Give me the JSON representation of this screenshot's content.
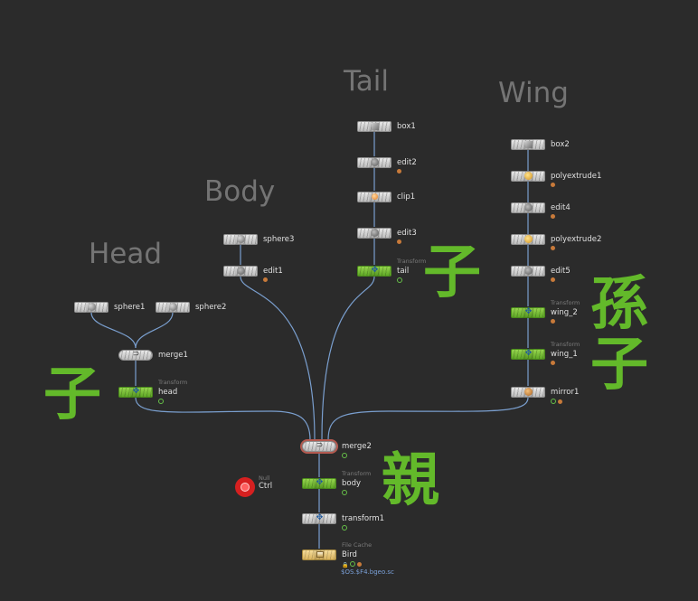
{
  "group_labels": {
    "head": "Head",
    "body": "Body",
    "tail": "Tail",
    "wing": "Wing"
  },
  "annotations": {
    "child_left": "子",
    "child_tail": "子",
    "grandchild_line1": "孫",
    "grandchild_line2": "子",
    "parent": "親"
  },
  "nodes": {
    "sphere1": {
      "name": "sphere1"
    },
    "sphere2": {
      "name": "sphere2"
    },
    "merge1": {
      "name": "merge1"
    },
    "head": {
      "name": "head",
      "type": "Transform"
    },
    "sphere3": {
      "name": "sphere3"
    },
    "edit1": {
      "name": "edit1"
    },
    "box1": {
      "name": "box1"
    },
    "edit2": {
      "name": "edit2"
    },
    "clip1": {
      "name": "clip1"
    },
    "edit3": {
      "name": "edit3"
    },
    "tail": {
      "name": "tail",
      "type": "Transform"
    },
    "box2": {
      "name": "box2"
    },
    "polyextrude1": {
      "name": "polyextrude1"
    },
    "edit4": {
      "name": "edit4"
    },
    "polyextrude2": {
      "name": "polyextrude2"
    },
    "edit5": {
      "name": "edit5"
    },
    "wing_2": {
      "name": "wing_2",
      "type": "Transform"
    },
    "wing_1": {
      "name": "wing_1",
      "type": "Transform"
    },
    "mirror1": {
      "name": "mirror1"
    },
    "merge2": {
      "name": "merge2"
    },
    "body": {
      "name": "body",
      "type": "Transform"
    },
    "transform1": {
      "name": "transform1"
    },
    "bird": {
      "name": "Bird",
      "type": "File Cache",
      "path": "$OS.$F4.bgeo.sc"
    },
    "ctrl": {
      "name": "Ctrl",
      "type": "Null"
    }
  },
  "colors": {
    "background": "#2b2b2b",
    "wire": "#7a9fcf",
    "transform_node": "#7cc23a",
    "annotation_green": "#63b92a",
    "null_node": "#d62020"
  },
  "icons": {
    "sphere": "sphere-icon",
    "box": "box-icon",
    "edit": "edit-icon",
    "clip": "clip-icon",
    "polyextrude": "polyextrude-icon",
    "mirror": "mirror-icon",
    "transform": "transform-icon",
    "merge": "merge-icon",
    "filecache": "filecache-icon",
    "null": "null-icon",
    "lock": "lock-icon"
  }
}
